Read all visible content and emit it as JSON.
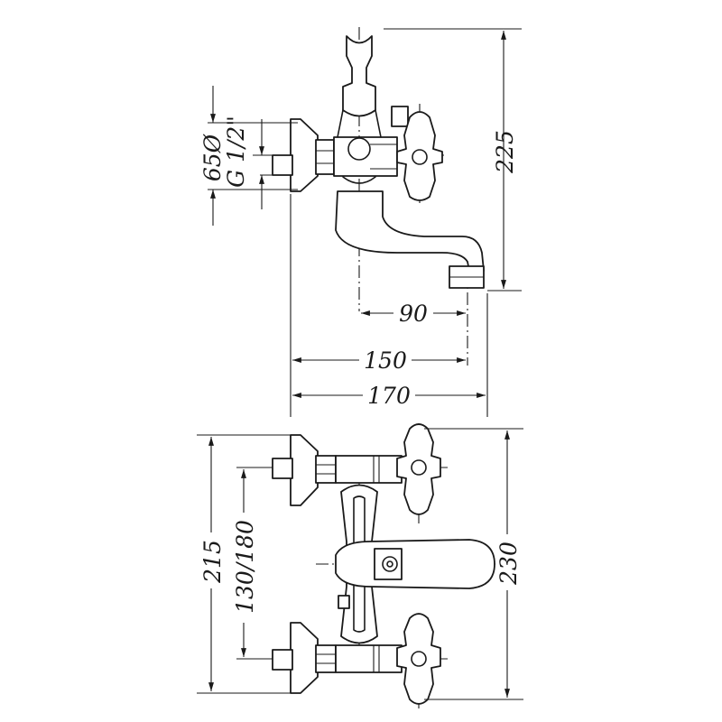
{
  "drawing": {
    "side_view": {
      "dim_height": "225",
      "dim_diameter": "65Ø",
      "dim_thread": "G 1/2\"",
      "dim_spout_reach_short": "90",
      "dim_spout_reach_mid": "150",
      "dim_overall_depth": "170"
    },
    "top_view": {
      "dim_left_outer": "215",
      "dim_centres": "130/180",
      "dim_right_outer": "230"
    }
  }
}
